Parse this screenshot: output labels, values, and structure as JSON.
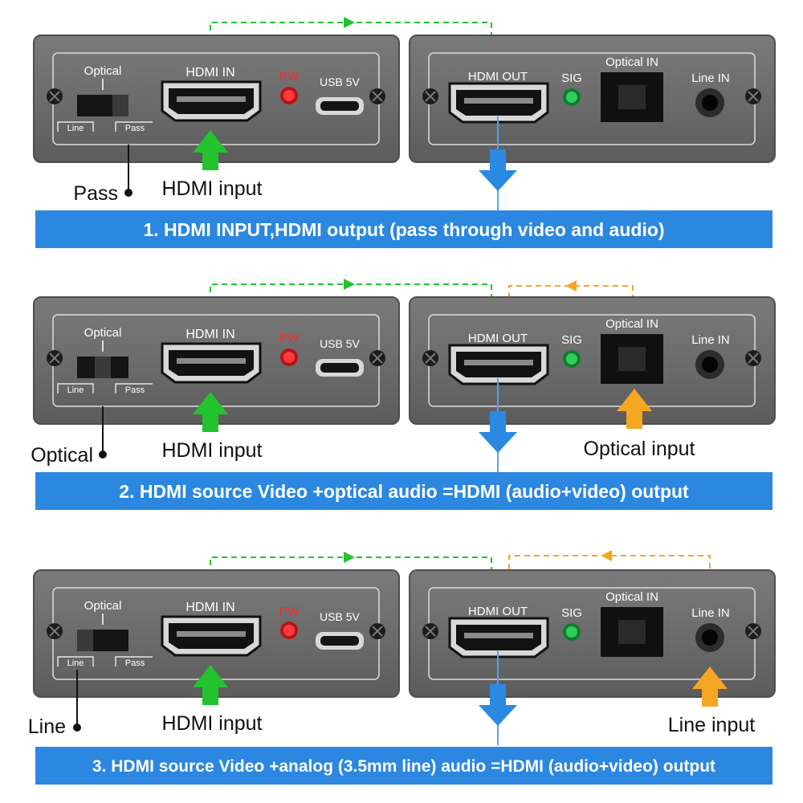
{
  "colors": {
    "panel": "#6a6a6a",
    "panel_edge": "#4f4f4f",
    "banner": "#2b87e0",
    "green_arrow": "#22c32e",
    "blue_arrow": "#2a8ae2",
    "orange_arrow": "#f5a623",
    "pw_led": "#e02020",
    "sig_led": "#22b24a"
  },
  "labels": {
    "optical": "Optical",
    "line": "Line",
    "pass": "Pass",
    "hdmi_in": "HDMI IN",
    "pw": "PW",
    "usb": "USB 5V",
    "hdmi_out": "HDMI OUT",
    "sig": "SIG",
    "optical_in": "Optical IN",
    "line_in": "Line IN"
  },
  "sections": [
    {
      "mode_label": "Pass",
      "hdmi_input_label": "HDMI input",
      "audio_input_label": "",
      "audio_source": "none",
      "banner": "1. HDMI INPUT,HDMI output (pass through video and audio)"
    },
    {
      "mode_label": "Optical",
      "hdmi_input_label": "HDMI input",
      "audio_input_label": "Optical input",
      "audio_source": "optical",
      "banner": "2. HDMI source Video +optical audio =HDMI (audio+video) output"
    },
    {
      "mode_label": "Line",
      "hdmi_input_label": "HDMI input",
      "audio_input_label": "Line input",
      "audio_source": "line",
      "banner": "3. HDMI source Video +analog (3.5mm line) audio =HDMI (audio+video) output"
    }
  ]
}
